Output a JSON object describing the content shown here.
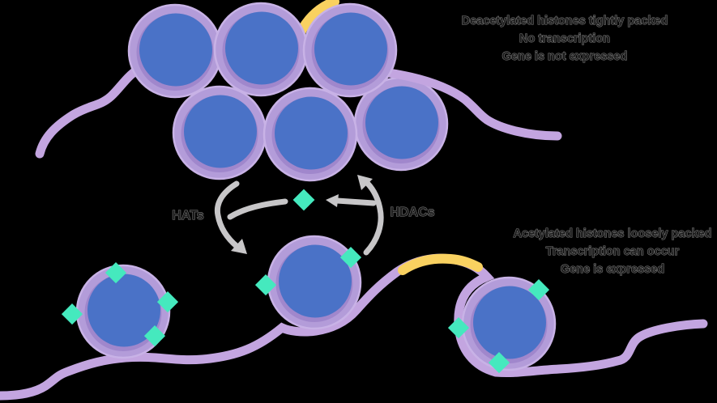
{
  "diagram": {
    "deacetylated_state": {
      "caption_lines": [
        "Deacetylated histones tightly packed",
        "No transcription",
        "Gene is not expressed"
      ],
      "histone_count": 6,
      "acetyl_marks_per_histone": 0
    },
    "acetylated_state": {
      "caption_lines": [
        "Acetylated histones loosely packed",
        "Transcription can occur",
        "Gene is expressed"
      ],
      "histone_count": 3,
      "acetyl_mark_counts": [
        4,
        2,
        3
      ]
    },
    "enzymes": {
      "hats_label": "HATs",
      "hdacs_label": "HDACs"
    },
    "icons": {
      "acetyl_group": "teal-diamond-icon",
      "histone": "blue-circle-with-purple-ring",
      "dna": "purple-strand",
      "gene": "yellow-strand-segment"
    },
    "colors": {
      "background": "#000000",
      "histone_ring": "#B39CD9",
      "histone_ring_edge": "#C8B2E6",
      "histone_ring_inner": "#A087CC",
      "histone_core": "#4A72C7",
      "dna_strand": "#C3A5E0",
      "gene_segment": "#F9D160",
      "acetyl_group": "#45E9BE",
      "arrow": "#C7C6C8",
      "text": "#1B1B1B",
      "text_halo": "#858585"
    }
  }
}
